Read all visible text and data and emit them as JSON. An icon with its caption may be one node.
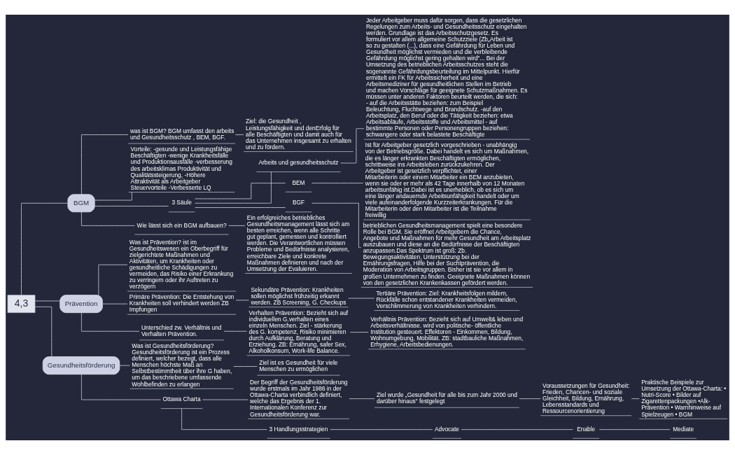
{
  "diagram": {
    "nodes": [
      {
        "text": [
          "4,3"
        ]
      },
      {
        "text": [
          "BGM"
        ]
      },
      {
        "text": [
          "Prävention"
        ]
      },
      {
        "text": [
          "Gesundheitsförderung"
        ]
      },
      {
        "text": [
          "was ist BGM? BGM umfasst den arbeits und Gesundheitsschutz , BEM, BGF."
        ]
      },
      {
        "text": [
          "Ziel: die Gesundheit , Leistungsfähigkeit und denErfolg für alle Beschäftigten und damit auch für das Unternehmen insgesamt zu erhalten und zu fördern."
        ]
      },
      {
        "text": [
          "Vorteile: -gesunde und Leistungsfähige Beschäftigten -wenige Krankheitsfälle und Produktionsausfälle -verbesserung des arbeitsklimas Produktivität und Qualitätssteigerung, -Höhere Attraktivität als Arbeitgeber Steuervorteile -Verbesserte LQ"
        ]
      },
      {
        "text": [
          "3 Säule"
        ]
      },
      {
        "text": [
          "Arbeits und gesundheitsschutz"
        ]
      },
      {
        "text": [
          "BEM"
        ]
      },
      {
        "text": [
          "BGF"
        ]
      },
      {
        "text": [
          "Jeder Arbeitgeber muss dafür sorgen, dass die gesetzlichen Regelungen zum Arbeits- und Gesundheitsschutz eingehalten werden. Grundlage ist das Arbeitsschutzgesetz. Es formuliert vor allem allgemeine Schutzziele (Zb„Arbeit ist so zu gestalten (...), dass eine Gefährdung für Leben und Gesundheit möglichst vermieden und die verbleibende Gefährdung möglichst gering gehalten wird“... Bei der Umsetzung des betrieblichen Arbeitsschutzes steht die sogenannte Gefährdungsbeurteilung im Mittelpunkt. Hierfür ermittelt ein FK für Arbeitssicherheit und eine Arbeitsmediziner für gesundheitlichen Stellen im Betrieb und machen Vorschläge für geeignete Schutzmaßnahmen. Es müssen unter anderen Faktoren beurteilt werden, die sich: - auf die Arbeitsstätte beziehen: zum Beispiel Beleuchtung, Fluchtwege und Brandschutz. -auf den Arbeitsplatz, den Beruf oder die Tätigkeit beziehen: etwa Arbeitsabläufe, Arbeitsstoffe und Arbeitsmittel - auf bestimmte Personen oder Personengruppen beziehen: schwangere oder stark belastete Beschäftigte"
        ]
      },
      {
        "text": [
          "Ist für Arbeitgeber gesetzlich vorgeschrieben - unabhängig von der Betriebsgröße. Dabei handelt es sich um Maßnahmen, die es länger erkrankten Beschäftigten ermöglichen, schrittweise ins Arbeitsleben zurückzukehren. Der Arbeitgeber ist gesetzlich verpflichtet, einer Mitarbeiterin oder einem Mitarbeiter ein BEM anzubieten, wenn sie oder er mehr als 42 Tage innerhalb von 12 Monaten arbeitsunfähig ist.Dabei ist es unerheblich, ob es sich um eine länger andauernde Arbeitsunfähigkeit handelt oder um viele aufeinanderfolgende Kurzzeiterkrankungen. Für die Mitarbeiterin oder den Mitarbeiter ist die Teilnahme freiwillig"
        ]
      },
      {
        "text": [
          "betrieblichen Gesundheitsmanagement spielt eine besondere Rolle bei BGM. Sie eröffnet Arbeitgebern die Chance, Angebote und Maßnahmen für mehr Gesundheit am Arbeitsplatz auszubauen und diese an die Bedürfnisse der Beschäftigten anzupassen.Das Spektrum ist groß: Zb. Bewegungsaktivitäten, Unterstützung bei der Ernährungsfragen, Hilfe bei der Suchtprävention, die Moderation von Arbeitsgruppen. Bisher ist sie vor allem in großen Unternehmen zu finden. Geeignete Maßnahmen können von den gesetzlichen Krankenkassen gefördert werden."
        ]
      },
      {
        "text": [
          "Wie lässt sich ein BGM aufbauen?"
        ]
      },
      {
        "text": [
          "Ein erfolgreiches betriebliches Gesundheitsmanagement lässt sich am besten erreichen, wenn alle Schritte gut geplant, gemessen und kontrolliert werden. Die Verantwortlichen müssen Probleme und Bedürfnisse analysieren, erreichbare Ziele und konkrete Maßnahmen definieren und nach der Umsetzung der Evaluieren."
        ]
      },
      {
        "text": [
          "Was ist Prävention? ist im Gesundheitswesen ein Oberbegriff für zielgerichtete Maßnahmen und Aktivitäten, um Krankheiten oder gesundheitliche Schädigungen zu vermeiden, das Risiko einer Erkrankung zu verringern oder ihr Auftreten zu verzögern"
        ]
      },
      {
        "text": [
          "Primäre Prävention: Die Entstehung von Krankheiten soll verhindert werden ZB Impfungen"
        ]
      },
      {
        "text": [
          "Sekundäre Prävention: Krankheiten sollen möglichst frühzeitig erkannt werden. ZB Screening, G. Checkups"
        ]
      },
      {
        "text": [
          "Tertiäre Prävention: Ziel: Krankheitsfolgen mildern, Rückfälle schon entstandener Krankheiten vermeiden, Verschlimmerung von Krankheiten verhindern."
        ]
      },
      {
        "text": [
          "Unterschied zw. Verhältnis und Verhalten Prävention."
        ]
      },
      {
        "text": [
          "Verhalten Prävention: Bezieht sich auf individuellen G.verhalten eines einzeln Menschen. Ziel - stärkerung des G. kompetenz, Risiko minimieren durch Aufklärung, Beratung und Erziehung. ZB: Ernährung, safer Sex, Alkoholkonsum, Work-life Balance."
        ]
      },
      {
        "text": [
          "Verhältnis Prävention: Bezieht sich auf Umwelt& leben und Arbeitsverhältnisse. wird von politische- öffentliche Institution gesteuert. Effektoren - Einkommen, Bildung, Wohnumgebung, Mobilität. ZB: stadtbauliche Maßnahmen, Erhygiene, Arbeitsbedienungen."
        ]
      },
      {
        "text": [
          "Was ist Gesundheitsförderung? Gesundheitsförderung ist ein Prozess definiert, welcher bezegt, dass alle Menschen höchste Maß an Selbstbestimmtheit über ihre G haben, um das beschriebene umfassende Wohlbefinden zu erlangen"
        ]
      },
      {
        "text": [
          "Ziel ist es Gesundheit für viele Menschen zu ermöglichen"
        ]
      },
      {
        "text": [
          "Ottawa Charta"
        ]
      },
      {
        "text": [
          "Der Begriff der Gesundheitsförderung wurde erstmals im Jahr 1986 in der Ottawa-Charta verbindlich definiert, welche das Ergebnis der 1. Internationalen Konferenz zur Gesundheitsförderung war."
        ]
      },
      {
        "text": [
          "Ziel wurde „Gesundheit für alle bis zum Jahr 2000 und darüber hinaus“ festgelegt"
        ]
      },
      {
        "text": [
          "Voraussetzungen für Gesundheit: Frieden, Chancen- und soziale Gleichheit, Bildung, Ernährung, Lebensstandards und Ressourcenorientierung"
        ]
      },
      {
        "text": [
          "Praktische Beispiele zur Umsetzung der Ottawa-Charta: • Nutri-Score • Bilder auf Zigarettenpackungen •Alk-Prävention • Warnhinweise auf Spielzeugen • BGM"
        ]
      },
      {
        "text": [
          "3 Handlungsstrategien"
        ]
      },
      {
        "text": [
          "Advocate"
        ]
      },
      {
        "text": [
          "Enable"
        ]
      },
      {
        "text": [
          "Mediate"
        ]
      }
    ],
    "edges": [
      {
        "from": 0,
        "to": 1,
        "arrow": "none"
      },
      {
        "from": 0,
        "to": 2,
        "arrow": "none"
      },
      {
        "from": 0,
        "to": 3,
        "arrow": "none"
      },
      {
        "from": 1,
        "to": 4,
        "arrow": "none"
      },
      {
        "from": 4,
        "to": 5,
        "arrow": "none"
      },
      {
        "from": 1,
        "to": 6,
        "arrow": "none"
      },
      {
        "from": 1,
        "to": 7,
        "arrow": "none"
      },
      {
        "from": 7,
        "to": 8,
        "arrow": "none"
      },
      {
        "from": 7,
        "to": 9,
        "arrow": "none"
      },
      {
        "from": 7,
        "to": 10,
        "arrow": "none"
      },
      {
        "from": 8,
        "to": 11,
        "arrow": "none"
      },
      {
        "from": 9,
        "to": 12,
        "arrow": "none"
      },
      {
        "from": 10,
        "to": 13,
        "arrow": "none"
      },
      {
        "from": 1,
        "to": 14,
        "arrow": "none"
      },
      {
        "from": 14,
        "to": 15,
        "arrow": "none"
      },
      {
        "from": 2,
        "to": 16,
        "arrow": "none"
      },
      {
        "from": 2,
        "to": 17,
        "arrow": "none"
      },
      {
        "from": 17,
        "to": 18,
        "arrow": "none"
      },
      {
        "from": 18,
        "to": 19,
        "arrow": "none"
      },
      {
        "from": 2,
        "to": 20,
        "arrow": "none"
      },
      {
        "from": 20,
        "to": 21,
        "arrow": "none"
      },
      {
        "from": 21,
        "to": 22,
        "arrow": "none"
      },
      {
        "from": 3,
        "to": 23,
        "arrow": "none"
      },
      {
        "from": 23,
        "to": 24,
        "arrow": "none"
      },
      {
        "from": 3,
        "to": 25,
        "arrow": "none"
      },
      {
        "from": 25,
        "to": 26,
        "arrow": "none"
      },
      {
        "from": 26,
        "to": 27,
        "arrow": "none"
      },
      {
        "from": 27,
        "to": 28,
        "arrow": "none"
      },
      {
        "from": 28,
        "to": 29,
        "arrow": "none"
      },
      {
        "from": 25,
        "to": 30,
        "arrow": "none"
      },
      {
        "from": 30,
        "to": 31,
        "arrow": "none"
      },
      {
        "from": 31,
        "to": 32,
        "arrow": "none"
      },
      {
        "from": 32,
        "to": 33,
        "arrow": "none"
      }
    ]
  }
}
